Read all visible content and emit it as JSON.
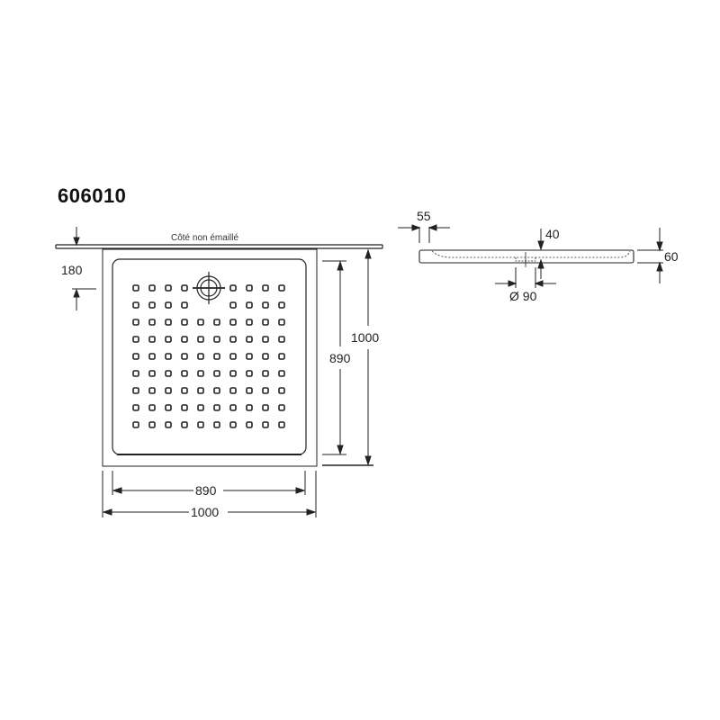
{
  "drawing": {
    "model_number": "606010",
    "edge_note": "Côté non émaillé",
    "plan_view": {
      "outer_width_label": "1000",
      "inner_width_label": "890",
      "outer_height_label": "1000",
      "inner_height_label": "890",
      "drain_offset_label": "180",
      "grid": {
        "columns": 10,
        "rows": 9,
        "drain_position": {
          "row_span": [
            1,
            2
          ],
          "column_span": [
            5,
            6
          ]
        }
      }
    },
    "section_view": {
      "rim_label": "55",
      "depth_label": "40",
      "drain_diameter_label": "Ø 90",
      "height_label": "60"
    }
  },
  "colors": {
    "line": "#222222",
    "background": "#ffffff"
  }
}
